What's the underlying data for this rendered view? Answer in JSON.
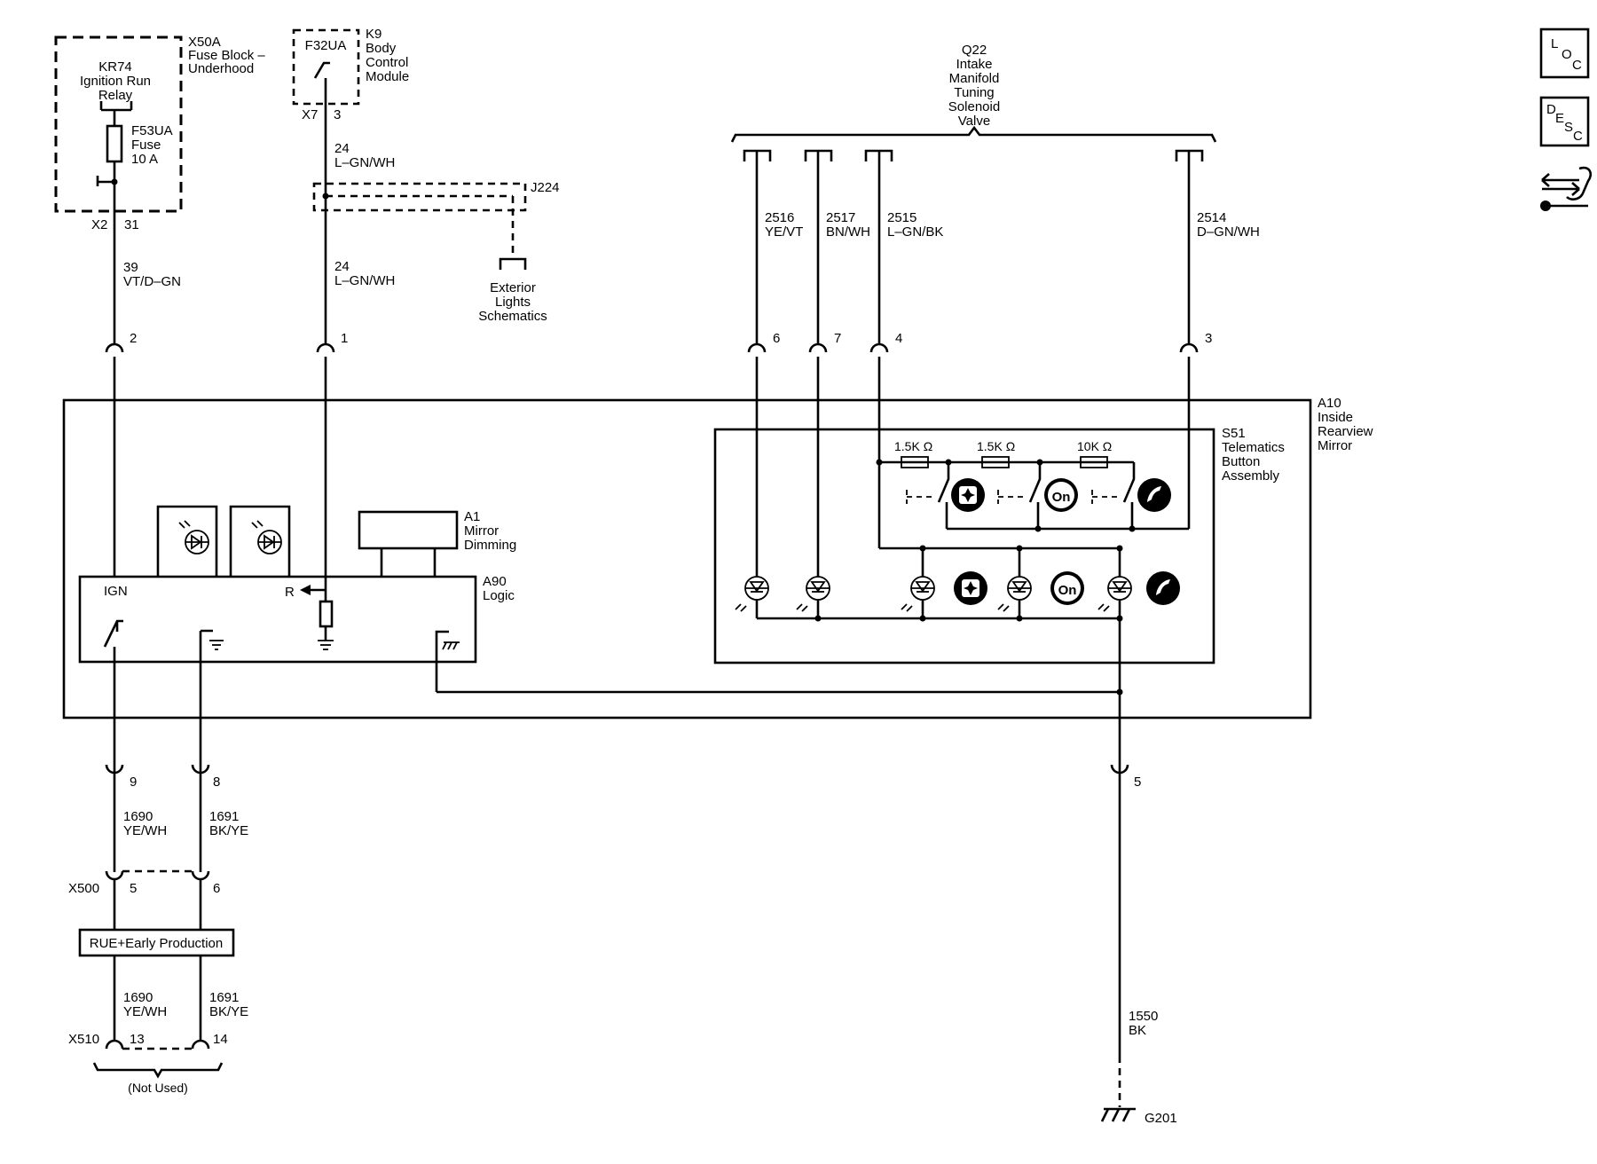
{
  "components": {
    "x50a": {
      "id": "X50A",
      "name_lines": [
        "Fuse Block –",
        "Underhood"
      ]
    },
    "kr74": {
      "id": "KR74",
      "name_lines": [
        "Ignition Run",
        "Relay"
      ]
    },
    "f53ua": {
      "id": "F53UA",
      "name_lines": [
        "Fuse",
        "10 A"
      ]
    },
    "f32ua": {
      "id": "F32UA"
    },
    "k9": {
      "id": "K9",
      "name_lines": [
        "Body",
        "Control",
        "Module"
      ]
    },
    "j224": {
      "id": "J224"
    },
    "exterior": {
      "name_lines": [
        "Exterior",
        "Lights",
        "Schematics"
      ]
    },
    "q22": {
      "id": "Q22",
      "name_lines": [
        "Intake",
        "Manifold",
        "Tuning",
        "Solenoid",
        "Valve"
      ]
    },
    "a10": {
      "id": "A10",
      "name_lines": [
        "Inside",
        "Rearview",
        "Mirror"
      ]
    },
    "s51": {
      "id": "S51",
      "name_lines": [
        "Telematics",
        "Button",
        "Assembly"
      ]
    },
    "a1": {
      "id": "A1",
      "name_lines": [
        "Mirror",
        "Dimming"
      ]
    },
    "a90": {
      "id": "A90",
      "name_lines": [
        "Logic"
      ]
    },
    "g201": {
      "id": "G201"
    },
    "rue": {
      "label": "RUE+Early Production"
    },
    "not_used": {
      "label": "(Not Used)"
    }
  },
  "connectors": {
    "x2": "X2",
    "x2_pin": "31",
    "x7": "X7",
    "x7_pin": "3",
    "x500": "X500",
    "x510": "X510"
  },
  "wires": {
    "w39": {
      "circuit": "39",
      "color": "VT/D–GN"
    },
    "w24a": {
      "circuit": "24",
      "color": "L–GN/WH"
    },
    "w24b": {
      "circuit": "24",
      "color": "L–GN/WH"
    },
    "w2516": {
      "circuit": "2516",
      "color": "YE/VT"
    },
    "w2517": {
      "circuit": "2517",
      "color": "BN/WH"
    },
    "w2515": {
      "circuit": "2515",
      "color": "L–GN/BK"
    },
    "w2514": {
      "circuit": "2514",
      "color": "D–GN/WH"
    },
    "w1690a": {
      "circuit": "1690",
      "color": "YE/WH"
    },
    "w1691a": {
      "circuit": "1691",
      "color": "BK/YE"
    },
    "w1690b": {
      "circuit": "1690",
      "color": "YE/WH"
    },
    "w1691b": {
      "circuit": "1691",
      "color": "BK/YE"
    },
    "w1550": {
      "circuit": "1550",
      "color": "BK"
    }
  },
  "pins": {
    "a10_ign": "2",
    "a10_r": "1",
    "a10_p6": "6",
    "a10_p7": "7",
    "a10_p4": "4",
    "a10_p3": "3",
    "a10_p9": "9",
    "a10_p8": "8",
    "a10_p5": "5",
    "x500_a": "5",
    "x500_b": "6",
    "x510_a": "13",
    "x510_b": "14"
  },
  "logic_labels": {
    "ign": "IGN",
    "r": "R"
  },
  "resistors": [
    "1.5K Ω",
    "1.5K Ω",
    "10K Ω"
  ],
  "button_icons": [
    "onstar-star-icon",
    "onstar-on-icon",
    "phone-icon"
  ],
  "nav_icons": {
    "loc": {
      "letters": [
        "L",
        "O",
        "C"
      ]
    },
    "desc": {
      "letters": [
        "D",
        "E",
        "S",
        "C"
      ]
    }
  }
}
